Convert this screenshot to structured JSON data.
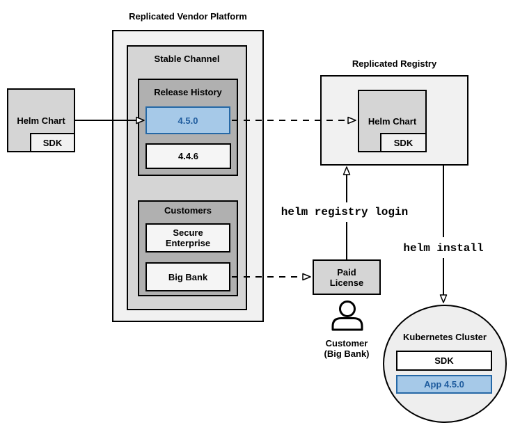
{
  "colors": {
    "highlight_fill": "#a6c9e8",
    "highlight_stroke": "#2568a6",
    "highlight_text": "#1f5c9e",
    "box_light": "#f1f1f1",
    "box_lighter": "#f5f5f5",
    "box_mid": "#d5d5d5",
    "box_dark": "#b0b0b0",
    "circle_fill": "#eeeeee",
    "line_stroke": "#000000"
  },
  "vendor_platform": {
    "title": "Replicated Vendor Platform",
    "stable_channel": {
      "title": "Stable Channel",
      "release_history": {
        "title": "Release History",
        "current_release": "4.5.0",
        "previous_release": "4.4.6"
      },
      "customers": {
        "title": "Customers",
        "customer1": "Secure Enterprise",
        "customer2": "Big Bank"
      }
    }
  },
  "source": {
    "helm_chart": "Helm Chart",
    "sdk": "SDK"
  },
  "registry": {
    "title": "Replicated Registry",
    "helm_chart": "Helm Chart",
    "sdk": "SDK"
  },
  "license": {
    "label": "Paid License"
  },
  "customer_actor": {
    "label": "Customer\n(Big Bank)"
  },
  "commands": {
    "login": "helm registry login",
    "install": "helm install"
  },
  "cluster": {
    "title": "Kubernetes Cluster",
    "sdk": "SDK",
    "app": "App 4.5.0"
  }
}
